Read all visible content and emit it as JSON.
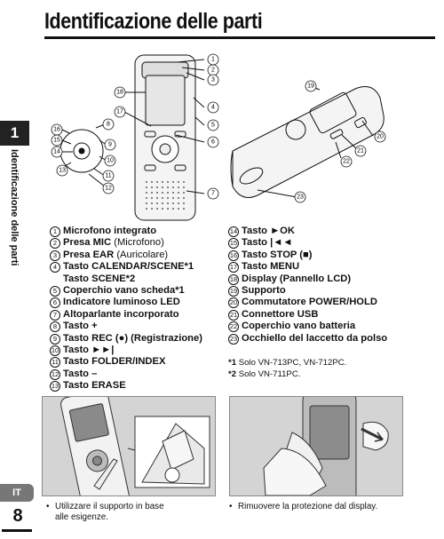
{
  "page": {
    "title": "Identificazione delle parti",
    "chapter_number": "1",
    "side_label": "Identificazione delle parti",
    "language": "IT",
    "page_number": "8"
  },
  "parts_left": [
    {
      "num": "1",
      "label": "Microfono integrato"
    },
    {
      "num": "2",
      "pre": "Presa ",
      "key": "MIC",
      "post": " (Microfono)"
    },
    {
      "num": "3",
      "pre": "Presa ",
      "key": "EAR",
      "post": " (Auricolare)"
    },
    {
      "num": "4",
      "label": "Tasto CALENDAR/SCENE*1",
      "sub": "Tasto SCENE*2"
    },
    {
      "num": "5",
      "label": "Coperchio vano scheda*1"
    },
    {
      "num": "6",
      "label": "Indicatore luminoso LED"
    },
    {
      "num": "7",
      "label": "Altoparlante incorporato"
    },
    {
      "num": "8",
      "label": "Tasto +"
    },
    {
      "num": "9",
      "label": "Tasto REC (●) (Registrazione)"
    },
    {
      "num": "10",
      "label": "Tasto ►►|"
    },
    {
      "num": "11",
      "label": "Tasto FOLDER/INDEX"
    },
    {
      "num": "12",
      "label": "Tasto –"
    },
    {
      "num": "13",
      "label": "Tasto ERASE"
    }
  ],
  "parts_right": [
    {
      "num": "14",
      "label": "Tasto ►OK"
    },
    {
      "num": "15",
      "label": "Tasto |◄◄"
    },
    {
      "num": "16",
      "label": "Tasto STOP (■)"
    },
    {
      "num": "17",
      "label": "Tasto MENU"
    },
    {
      "num": "18",
      "label": "Display (Pannello LCD)"
    },
    {
      "num": "19",
      "label": "Supporto"
    },
    {
      "num": "20",
      "label": "Commutatore POWER/HOLD"
    },
    {
      "num": "21",
      "label": "Connettore USB"
    },
    {
      "num": "22",
      "label": "Coperchio vano batteria"
    },
    {
      "num": "23",
      "label": "Occhiello del laccetto da polso"
    }
  ],
  "footnotes": [
    {
      "mark": "*1",
      "text": " Solo VN-713PC, VN-712PC."
    },
    {
      "mark": "*2",
      "text": " Solo VN-711PC."
    }
  ],
  "captions": {
    "left": "Utilizzare il supporto in base alle esigenze.",
    "right": "Rimuovere la protezione dal display."
  }
}
